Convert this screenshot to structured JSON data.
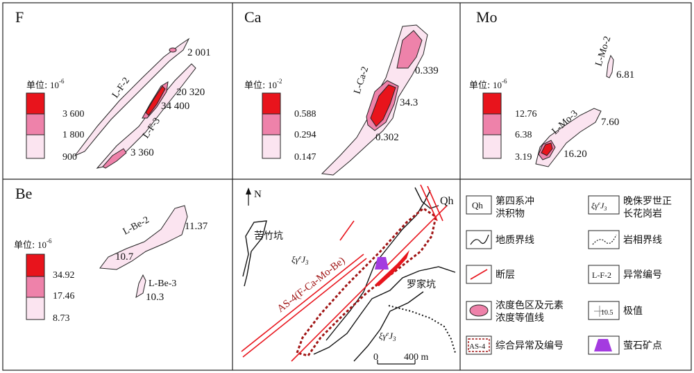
{
  "colors": {
    "high": "#e8141c",
    "mid": "#ee82aa",
    "low": "#fbe4f0",
    "fault": "#e8141c",
    "composite": "#a01414",
    "fluorite": "#a43be0"
  },
  "panels": {
    "F": {
      "title": "F",
      "unit_label": "单位:",
      "unit_power": "10",
      "unit_exp": "-6",
      "legend": [
        "3 600",
        "1 800",
        "900"
      ],
      "anomalies": [
        "L-F-2",
        "L-F-3"
      ],
      "values": [
        "2 001",
        "20 320",
        "34 400",
        "3 360"
      ]
    },
    "Ca": {
      "title": "Ca",
      "unit_label": "单位:",
      "unit_power": "10",
      "unit_exp": "-2",
      "legend": [
        "0.588",
        "0.294",
        "0.147"
      ],
      "anomalies": [
        "L-Ca-2"
      ],
      "values": [
        "0.339",
        "34.3",
        "0.302"
      ]
    },
    "Mo": {
      "title": "Mo",
      "unit_label": "单位:",
      "unit_power": "10",
      "unit_exp": "-6",
      "legend": [
        "12.76",
        "6.38",
        "3.19"
      ],
      "anomalies": [
        "L-Mo-2",
        "L-Mo-3"
      ],
      "values": [
        "6.81",
        "7.60",
        "16.20"
      ]
    },
    "Be": {
      "title": "Be",
      "unit_label": "单位:",
      "unit_power": "10",
      "unit_exp": "-6",
      "legend": [
        "34.92",
        "17.46",
        "8.73"
      ],
      "anomalies": [
        "L-Be-2",
        "L-Be-3"
      ],
      "values": [
        "11.37",
        "10.7",
        "10.3"
      ]
    }
  },
  "geology": {
    "north": "N",
    "qh": "Qh",
    "place1": "苦竹坑",
    "place2": "罗家坑",
    "granite1": "ξγ",
    "granite1_sup": "e",
    "granite1_sub": "J",
    "granite1_subn": "3",
    "composite_label": "AS-4(F-Ca-Mo-Be)",
    "scale_0": "0",
    "scale_400": "400 m"
  },
  "legend": {
    "qh_box": "Qh",
    "qh_text1": "第四系冲",
    "qh_text2": "洪积物",
    "granite_box": "ξγ",
    "granite_sup": "e",
    "granite_sub": "J",
    "granite_subn": "3",
    "granite_text1": "晚侏罗世正",
    "granite_text2": "长花岗岩",
    "geo_boundary": "地质界线",
    "facies_boundary": "岩相界线",
    "fault": "断层",
    "anomaly_box": "L-F-2",
    "anomaly_code": "异常编号",
    "conc_text1": "浓度色区及元素",
    "conc_text2": "浓度等值线",
    "extreme_box": "10.5",
    "extreme": "极值",
    "comp_box": "AS-4",
    "comp_text": "综合异常及编号",
    "fluorite": "萤石矿点"
  }
}
